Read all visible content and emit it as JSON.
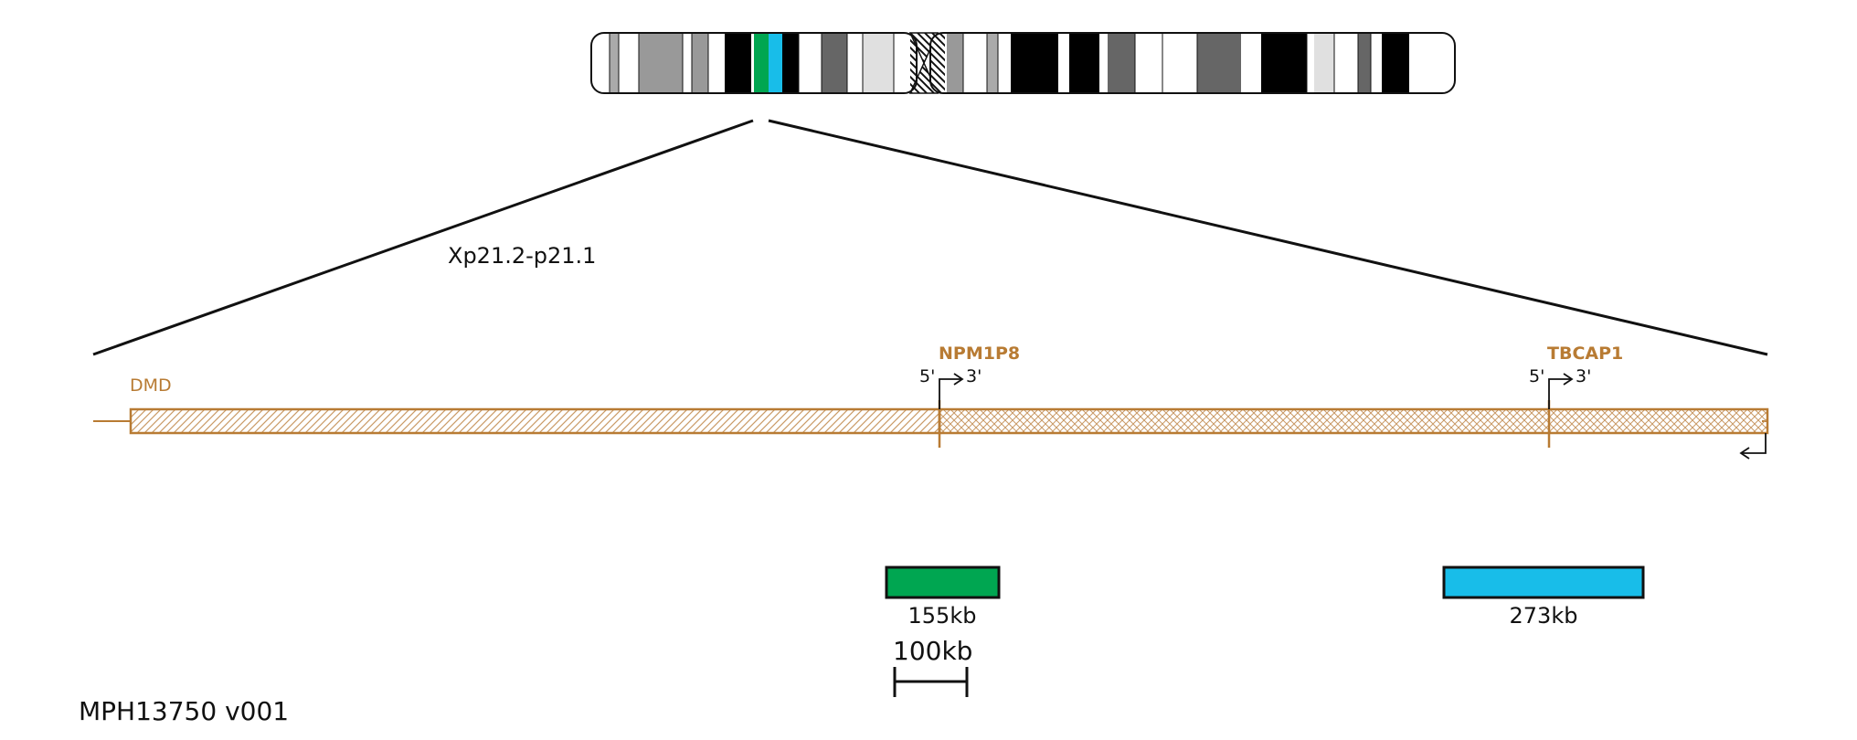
{
  "region_label": "Xp21.2-p21.1",
  "genes": [
    {
      "name": "DMD",
      "bold": false
    },
    {
      "name": "NPM1P8",
      "bold": true,
      "five_prime": "5'",
      "three_prime": "3'"
    },
    {
      "name": "TBCAP1",
      "bold": true,
      "five_prime": "5'",
      "three_prime": "3'"
    }
  ],
  "segments": [
    {
      "size_label": "155kb",
      "color": "#00a651"
    },
    {
      "size_label": "273kb",
      "color": "#18bde9"
    }
  ],
  "scale_bar": {
    "label": "100kb"
  },
  "footer": {
    "id": "MPH13750 v001"
  },
  "colors": {
    "gene": "#b87b33",
    "highlight_green": "#00a651",
    "highlight_blue": "#18bde9",
    "outline": "#111111"
  }
}
